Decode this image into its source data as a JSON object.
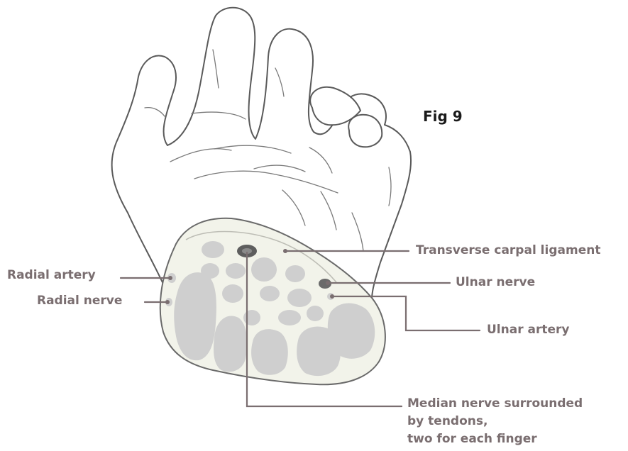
{
  "figure": {
    "label": "Fig 9"
  },
  "labels": {
    "transverse_carpal_ligament": "Transverse carpal ligament",
    "radial_artery": "Radial artery",
    "radial_nerve": "Radial nerve",
    "ulnar_nerve": "Ulnar nerve",
    "ulnar_artery": "Ulnar artery",
    "median_nerve": [
      "Median nerve surrounded",
      "by tendons,",
      "two for each finger"
    ]
  },
  "colors": {
    "label_text": "#7a6e70",
    "leader_line": "#7a6e70",
    "hand_outline": "#5a5a5a",
    "wrist_fill": "#f2f3ea",
    "tendon_fill": "#cfcfcf",
    "nerve_fill": "#5e5e5e"
  }
}
